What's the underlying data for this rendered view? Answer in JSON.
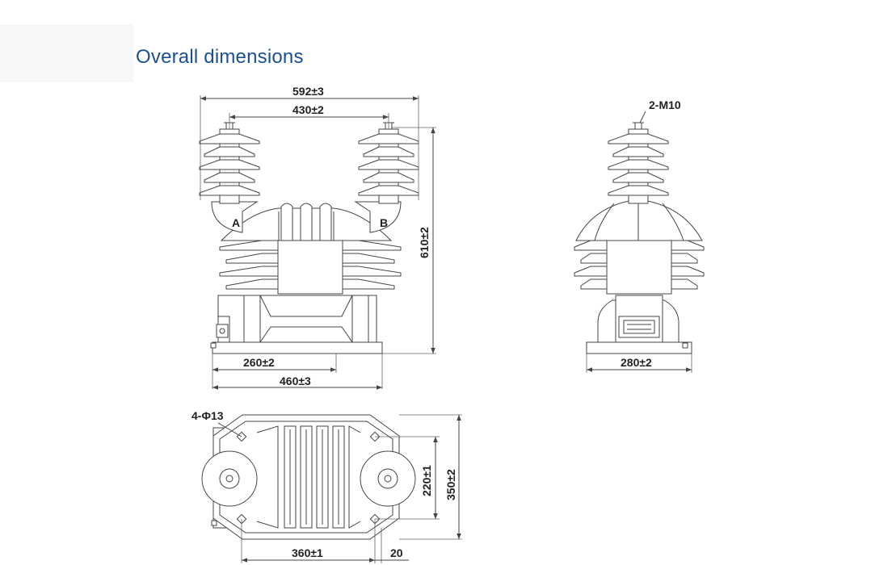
{
  "header": {
    "title": "Overall dimensions"
  },
  "front_view": {
    "width_total": "592±3",
    "terminal_spacing": "430±2",
    "height_total": "610±2",
    "base_inner": "260±2",
    "base_total": "460±3",
    "terminal_a": "A",
    "terminal_b": "B"
  },
  "side_view": {
    "terminal_thread": "2-M10",
    "base_width": "280±2"
  },
  "plan_view": {
    "mount_holes": "4-Φ13",
    "hole_spacing_long": "360±1",
    "hole_spacing_short": "220±1",
    "depth_total": "350±2",
    "edge_offset": "20"
  }
}
